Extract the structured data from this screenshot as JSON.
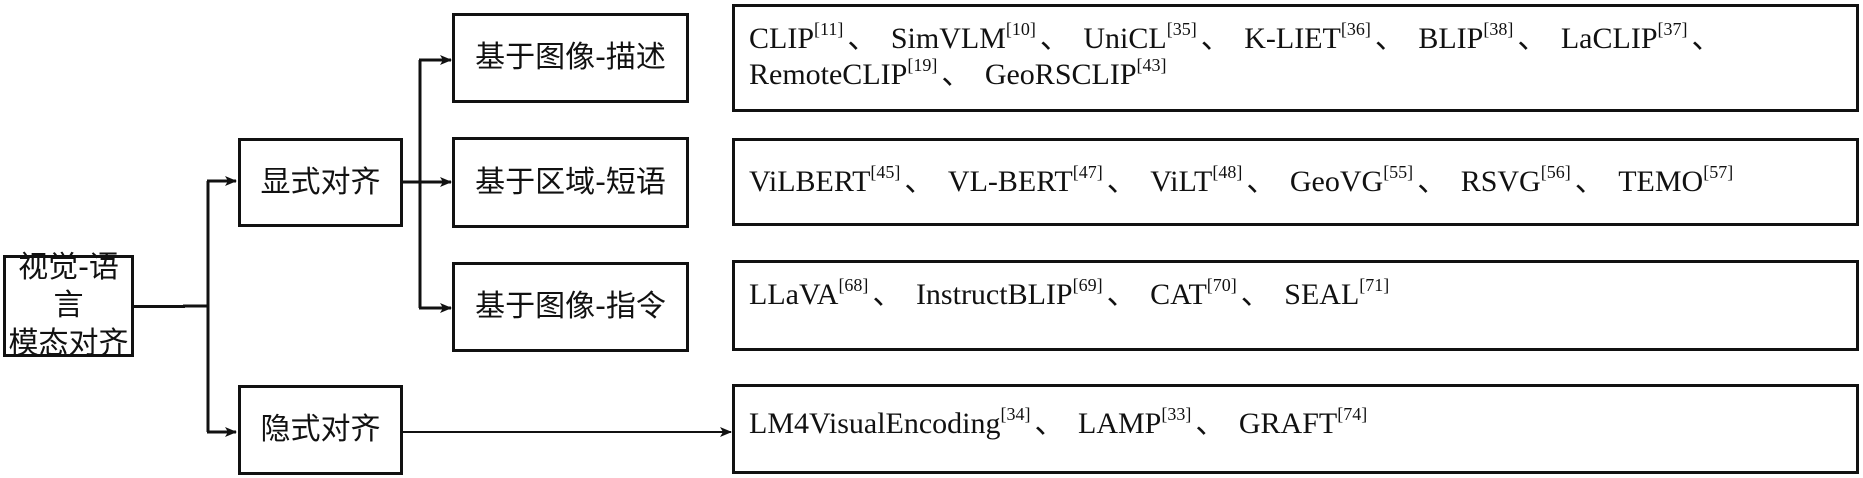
{
  "root": {
    "label_line1": "视觉-语言",
    "label_line2": "模态对齐"
  },
  "branches": [
    {
      "label": "显式对齐",
      "children": [
        {
          "label": "基于图像-描述",
          "methods": [
            {
              "name": "CLIP",
              "ref": "[11]"
            },
            {
              "name": "SimVLM",
              "ref": "[10]"
            },
            {
              "name": "UniCL",
              "ref": "[35]"
            },
            {
              "name": "K-LIET",
              "ref": "[36]"
            },
            {
              "name": "BLIP",
              "ref": "[38]"
            },
            {
              "name": "LaCLIP",
              "ref": "[37]"
            },
            {
              "name": "RemoteCLIP",
              "ref": "[19]"
            },
            {
              "name": "GeoRSCLIP",
              "ref": "[43]"
            }
          ]
        },
        {
          "label": "基于区域-短语",
          "methods": [
            {
              "name": "ViLBERT",
              "ref": "[45]"
            },
            {
              "name": "VL-BERT",
              "ref": "[47]"
            },
            {
              "name": "ViLT",
              "ref": "[48]"
            },
            {
              "name": "GeoVG",
              "ref": "[55]"
            },
            {
              "name": "RSVG",
              "ref": "[56]"
            },
            {
              "name": "TEMO",
              "ref": "[57]"
            }
          ]
        },
        {
          "label": "基于图像-指令",
          "methods": [
            {
              "name": "LLaVA",
              "ref": "[68]"
            },
            {
              "name": "InstructBLIP",
              "ref": "[69]"
            },
            {
              "name": "CAT",
              "ref": "[70]"
            },
            {
              "name": "SEAL",
              "ref": "[71]"
            }
          ]
        }
      ]
    },
    {
      "label": "隐式对齐",
      "methods": [
        {
          "name": "LM4VisualEncoding",
          "ref": "[34]"
        },
        {
          "name": "LAMP",
          "ref": "[33]"
        },
        {
          "name": "GRAFT",
          "ref": "[74]"
        }
      ]
    }
  ],
  "separator": "、"
}
